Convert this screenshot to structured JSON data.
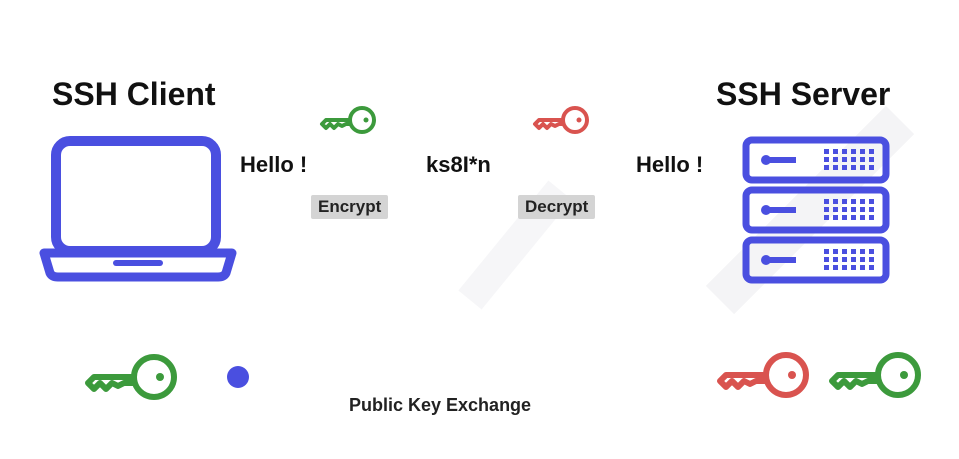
{
  "client": {
    "title": "SSH Client",
    "message": "Hello !"
  },
  "server": {
    "title": "SSH Server",
    "message": "Hello !"
  },
  "cipher_text": "ks8I*n",
  "steps": {
    "encrypt": "Encrypt",
    "decrypt": "Decrypt"
  },
  "exchange": {
    "label": "Public Key Exchange"
  },
  "colors": {
    "accent": "#4a4fe0",
    "public_key": "#3c9a3c",
    "private_key": "#d9534f",
    "text": "#111111",
    "pill_bg": "#d4d4d4"
  },
  "icons": {
    "client": "laptop-icon",
    "server": "server-rack-icon",
    "public_key": "key-icon-green",
    "private_key": "key-icon-red"
  }
}
